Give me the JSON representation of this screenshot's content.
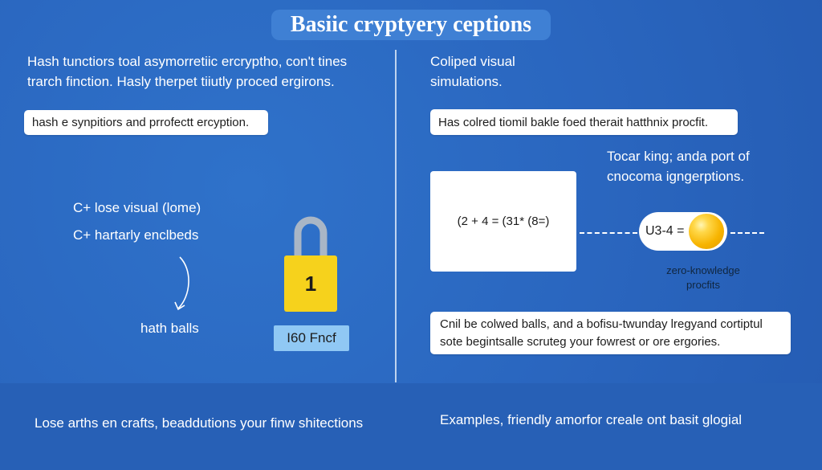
{
  "title": "Basiic cryptyery ceptions",
  "left": {
    "intro_line1": "Hash tunctiors toal asymorretiic ercryptho, con't tines",
    "intro_line2": "trarch finction. Hasly therpet tiiutly proced ergirons.",
    "card": "hash e synpitiors and prrofectt ercyption.",
    "item1": "C+ lose visual (lome)",
    "item2": "C+ hartarly enclbeds",
    "arrow_caption": "hath balls",
    "lock_number": "1",
    "lock_label": "I60 Fncf"
  },
  "right": {
    "intro_line1": "Coliped visual",
    "intro_line2": "simulations.",
    "card": "Has colred tiomil bakle foed therait hatthnix procfit.",
    "note_line1": "Tocar king; anda port of",
    "note_line2": "cnocoma igngerptions.",
    "equation": "(2 + 4 = (31* (8=)",
    "pill_label": "U3-4 =",
    "zk_line1": "zero-knowledge",
    "zk_line2": "procfits",
    "bottom_card_line1": "Cnil be colwed balls, and a bofisu-twunday lregyand cortiptul",
    "bottom_card_line2": "sote begintsalle scruteg your fowrest or ore ergories."
  },
  "footer": {
    "left": "Lose arths en crafts, beaddutions your finw shitections",
    "right": "Examples, friendly amorfor creale ont basit glogial"
  },
  "colors": {
    "background": "#2b6cc4",
    "lock_yellow": "#f6d21c",
    "ball_orange": "#f7b400",
    "label_blue": "#90c8f4"
  }
}
